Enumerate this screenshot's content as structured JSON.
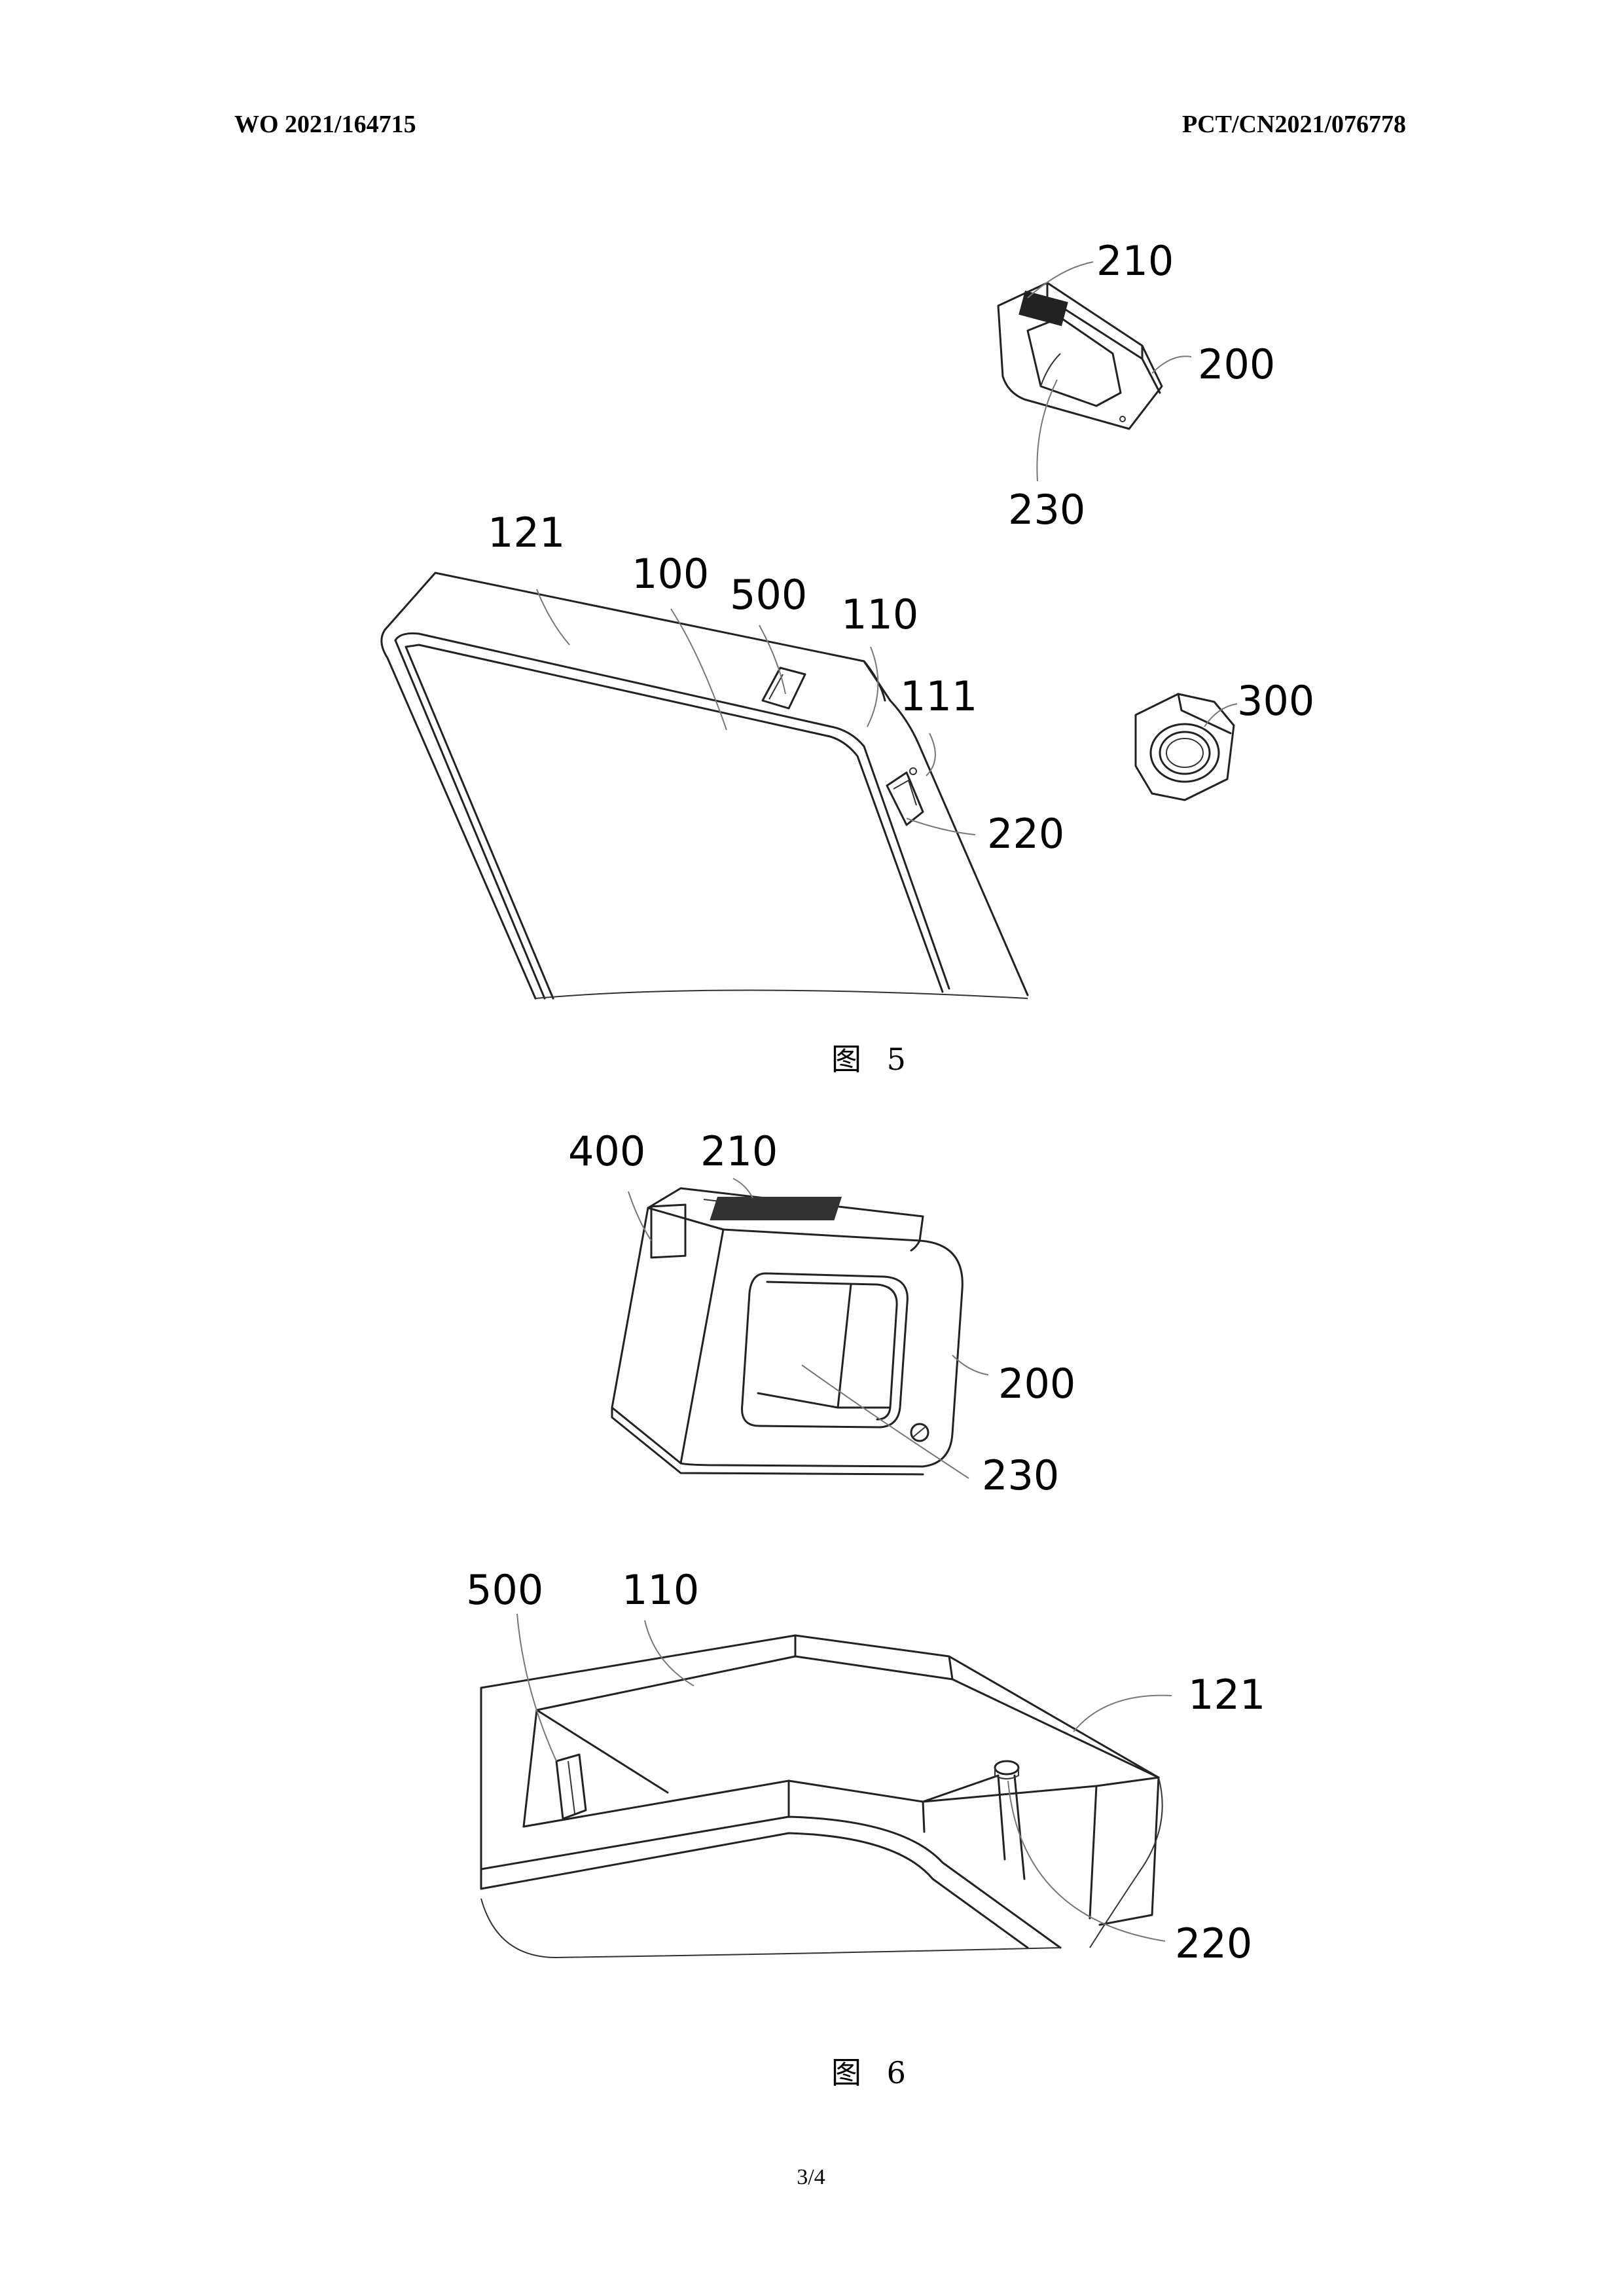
{
  "header": {
    "publication_number": "WO 2021/164715",
    "application_number": "PCT/CN2021/076778"
  },
  "figure5": {
    "caption": "图 5",
    "labels": {
      "l210": "210",
      "l200": "200",
      "l230": "230",
      "l121": "121",
      "l100": "100",
      "l500": "500",
      "l110": "110",
      "l111": "111",
      "l300": "300",
      "l220": "220"
    }
  },
  "figure6": {
    "caption": "图 6",
    "labels": {
      "l400": "400",
      "l210": "210",
      "l200": "200",
      "l230": "230",
      "l500": "500",
      "l110": "110",
      "l121": "121",
      "l220": "220"
    }
  },
  "footer": {
    "page": "3/4"
  }
}
